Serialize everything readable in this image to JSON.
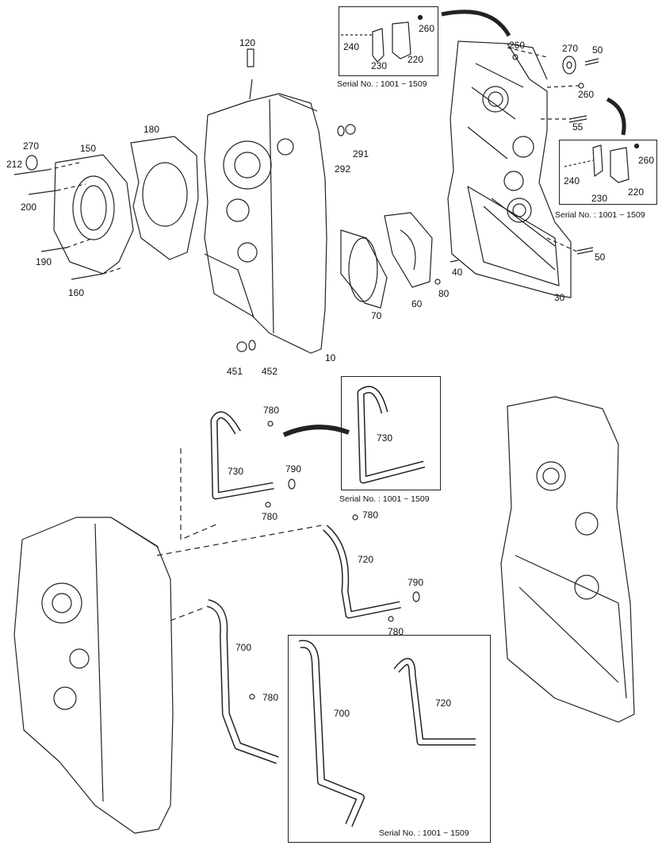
{
  "serial_note": "Serial No. : 1001 ~ 1509",
  "part_numbers": {
    "p10": "10",
    "p30": "30",
    "p40": "40",
    "p50a": "50",
    "p50b": "50",
    "p55": "55",
    "p60": "60",
    "p70": "70",
    "p80": "80",
    "p120": "120",
    "p150": "150",
    "p160": "160",
    "p180": "180",
    "p190": "190",
    "p200": "200",
    "p212": "212",
    "p220a": "220",
    "p220b": "220",
    "p230a": "230",
    "p230b": "230",
    "p240a": "240",
    "p240b": "240",
    "p260a": "260",
    "p260b": "260",
    "p260c": "260",
    "p260d": "260",
    "p270a": "270",
    "p270b": "270",
    "p291": "291",
    "p292": "292",
    "p451": "451",
    "p452": "452",
    "p700a": "700",
    "p700b": "700",
    "p720a": "720",
    "p720b": "720",
    "p730a": "730",
    "p730b": "730",
    "p780a": "780",
    "p780b": "780",
    "p780c": "780",
    "p780d": "780",
    "p780e": "780",
    "p790a": "790",
    "p790b": "790"
  }
}
